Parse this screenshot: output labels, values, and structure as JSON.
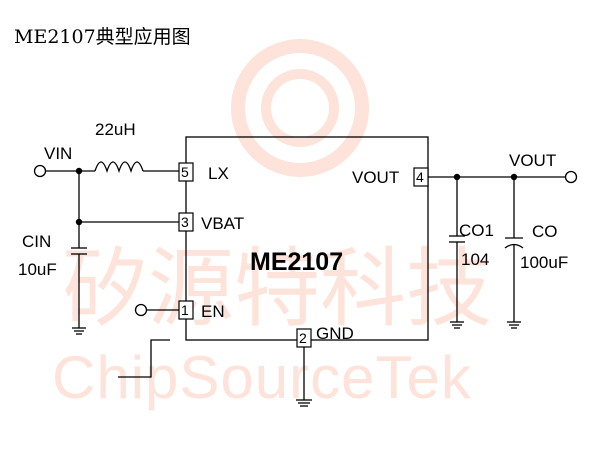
{
  "title": "ME2107典型应用图",
  "chip": {
    "name": "ME2107"
  },
  "pins": {
    "lx": {
      "number": "5",
      "label": "LX"
    },
    "vbat": {
      "number": "3",
      "label": "VBAT"
    },
    "en": {
      "number": "1",
      "label": "EN"
    },
    "gnd": {
      "number": "2",
      "label": "GND"
    },
    "vout": {
      "number": "4",
      "label": "VOUT"
    }
  },
  "components": {
    "inductor": "22uH",
    "cin": {
      "name": "CIN",
      "value": "10uF"
    },
    "co1": {
      "name": "CO1",
      "value": "104"
    },
    "co": {
      "name": "CO",
      "value": "100uF"
    }
  },
  "nets": {
    "vin": "VIN",
    "vout": "VOUT"
  },
  "watermark": {
    "cn": "矽源特科技",
    "en": "ChipSourceTek"
  }
}
